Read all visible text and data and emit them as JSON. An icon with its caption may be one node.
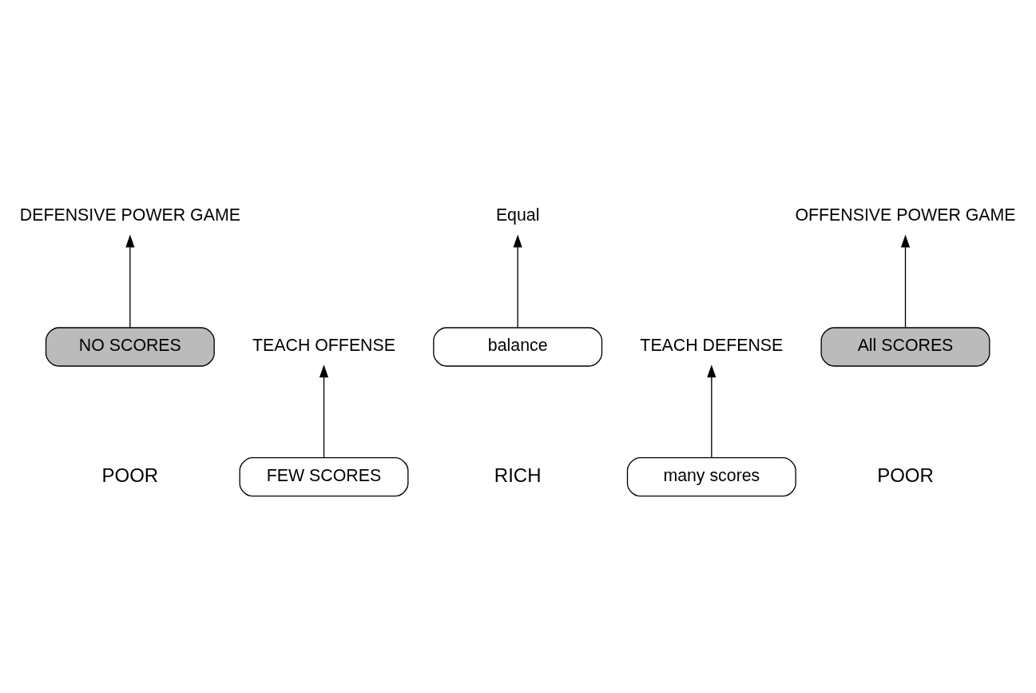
{
  "diagram": {
    "nodes": [
      {
        "text": [
          "NO SCORES"
        ]
      },
      {
        "text": [
          "FEW SCORES"
        ]
      },
      {
        "text": [
          "balance"
        ]
      },
      {
        "text": [
          "many scores"
        ]
      },
      {
        "text": [
          "All SCORES"
        ]
      },
      {
        "text": [
          "DEFENSIVE POWER GAME"
        ]
      },
      {
        "text": [
          "TEACH OFFENSE"
        ]
      },
      {
        "text": [
          "Equal"
        ]
      },
      {
        "text": [
          "TEACH DEFENSE"
        ]
      },
      {
        "text": [
          "OFFENSIVE POWER GAME"
        ]
      }
    ],
    "edges": [
      {
        "from": 0,
        "to": 5,
        "arrow": "to"
      },
      {
        "from": 1,
        "to": 6,
        "arrow": "to"
      },
      {
        "from": 2,
        "to": 7,
        "arrow": "to"
      },
      {
        "from": 3,
        "to": 8,
        "arrow": "to"
      },
      {
        "from": 4,
        "to": 9,
        "arrow": "to"
      }
    ],
    "labels": [
      "POOR",
      "RICH",
      "POOR"
    ]
  }
}
